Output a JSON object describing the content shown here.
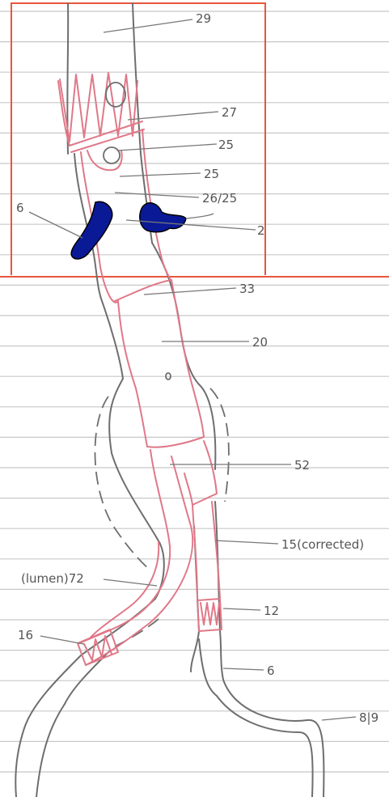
{
  "colors": {
    "paper": "#ffffff",
    "rule_line": "#c8c8c8",
    "pencil": "#6e6e6e",
    "graft": "#e07888",
    "frame": "#e8563c",
    "occlusion": "#0a1a96"
  },
  "labels": {
    "l29": "29",
    "l27": "27",
    "l25a": "25",
    "l25b": "25",
    "l26_25": "26/25",
    "l6_top": "6",
    "l2_top": "2",
    "l33": "33",
    "l20": "20",
    "l52": "52",
    "l15": "15(corrected)",
    "l_lumen": "(lumen)72",
    "l12": "12",
    "l16": "16",
    "l6_bottom": "6",
    "l8_9": "8|9"
  }
}
